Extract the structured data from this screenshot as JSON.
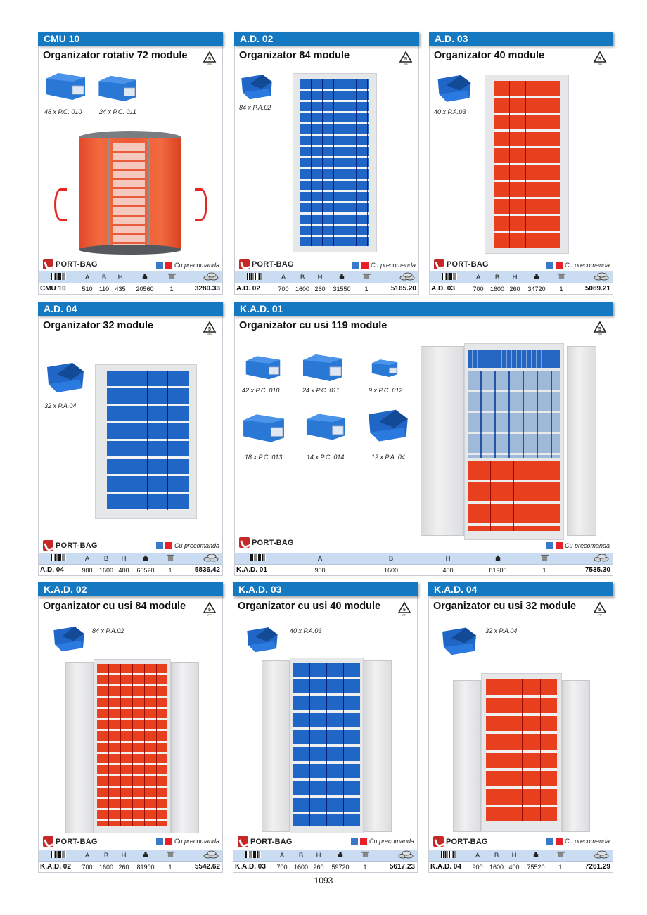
{
  "page_number": "1093",
  "legend": {
    "brand": "PORT-BAG",
    "note": "Cu precomanda",
    "colors": [
      "#3a78c9",
      "#e8202a"
    ]
  },
  "table_headers": {
    "barcode": "barcode-icon",
    "a": "A",
    "b": "B",
    "h": "H",
    "weight": "weight-icon",
    "pack": "package-icon",
    "price": "coins-icon"
  },
  "products": [
    {
      "code": "CMU 10",
      "title": "Organizator rotativ 72 module",
      "components": [
        "48 x P.C. 010",
        "24 x P.C. 011"
      ],
      "a": "510",
      "b": "110",
      "h": "435",
      "weight": "20560",
      "pack": "1",
      "price": "3280.33"
    },
    {
      "code": "A.D. 02",
      "title": "Organizator 84 module",
      "components": [
        "84 x P.A.02"
      ],
      "a": "700",
      "b": "1600",
      "h": "260",
      "weight": "31550",
      "pack": "1",
      "price": "5165.20"
    },
    {
      "code": "A.D. 03",
      "title": "Organizator 40 module",
      "components": [
        "40 x P.A.03"
      ],
      "a": "700",
      "b": "1600",
      "h": "260",
      "weight": "34720",
      "pack": "1",
      "price": "5069.21"
    },
    {
      "code": "A.D. 04",
      "title": "Organizator 32 module",
      "components": [
        "32 x P.A.04"
      ],
      "a": "900",
      "b": "1600",
      "h": "400",
      "weight": "60520",
      "pack": "1",
      "price": "5836.42"
    },
    {
      "code": "K.A.D. 01",
      "title": "Organizator cu usi 119 module",
      "components": [
        "42 x P.C. 010",
        "24 x P.C. 011",
        "9 x P.C. 012",
        "18 x P.C. 013",
        "14 x P.C. 014",
        "12 x P.A. 04"
      ],
      "a": "900",
      "b": "1600",
      "h": "400",
      "weight": "81900",
      "pack": "1",
      "price": "7535.30"
    },
    {
      "code": "K.A.D. 02",
      "title": "Organizator cu usi 84 module",
      "components": [
        "84 x P.A.02"
      ],
      "a": "700",
      "b": "1600",
      "h": "260",
      "weight": "81900",
      "pack": "1",
      "price": "5542.62"
    },
    {
      "code": "K.A.D. 03",
      "title": "Organizator cu usi 40 module",
      "components": [
        "40 x P.A.03"
      ],
      "a": "700",
      "b": "1600",
      "h": "260",
      "weight": "59720",
      "pack": "1",
      "price": "5617.23"
    },
    {
      "code": "K.A.D. 04",
      "title": "Organizator cu usi 32 module",
      "components": [
        "32 x P.A.04"
      ],
      "a": "900",
      "b": "1600",
      "h": "400",
      "weight": "75520",
      "pack": "1",
      "price": "7261.29"
    }
  ]
}
